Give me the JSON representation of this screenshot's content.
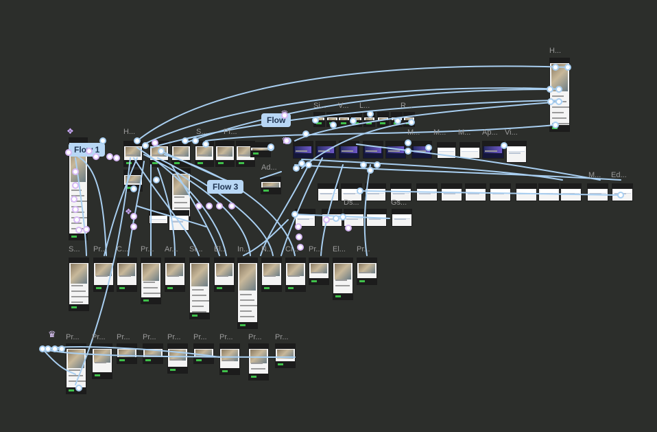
{
  "canvas": {
    "background": "#2c2e2b",
    "connector_color": "#a9cff1",
    "start_marker_color": "#d6b8f5"
  },
  "flows": [
    {
      "label": "Flow 1"
    },
    {
      "label": "Flow 3"
    },
    {
      "label": "Flow"
    }
  ],
  "frame_labels": {
    "top_right": "H...",
    "row_top": [
      "Si...",
      "V...",
      "L...",
      "R..."
    ],
    "row_second": [
      "M...",
      "M...",
      "M...",
      "Ap...",
      "Vi..."
    ],
    "left_group": [
      "H...",
      "S...",
      "Pr..."
    ],
    "admin": [
      "Ad...",
      "Ed..."
    ],
    "row_third": [
      "M...",
      "Ed..."
    ],
    "middle_row": [
      "S...",
      "Pr...",
      "C...",
      "Pr...",
      "Ar...",
      "St...",
      "El...",
      "In...",
      "N...",
      "Ci...",
      "Pr...",
      "El...",
      "Pr..."
    ],
    "bottom_row": [
      "Pr...",
      "Pr...",
      "Pr...",
      "Pr...",
      "Pr...",
      "Pr...",
      "Pr...",
      "Pr...",
      "Pr..."
    ],
    "small_group": [
      "Ds...",
      "Gs..."
    ]
  },
  "icons": {
    "flow_start": "crown-icon",
    "component": "diamond-component-icon",
    "connector_endpoint": "circle-dot-icon"
  }
}
